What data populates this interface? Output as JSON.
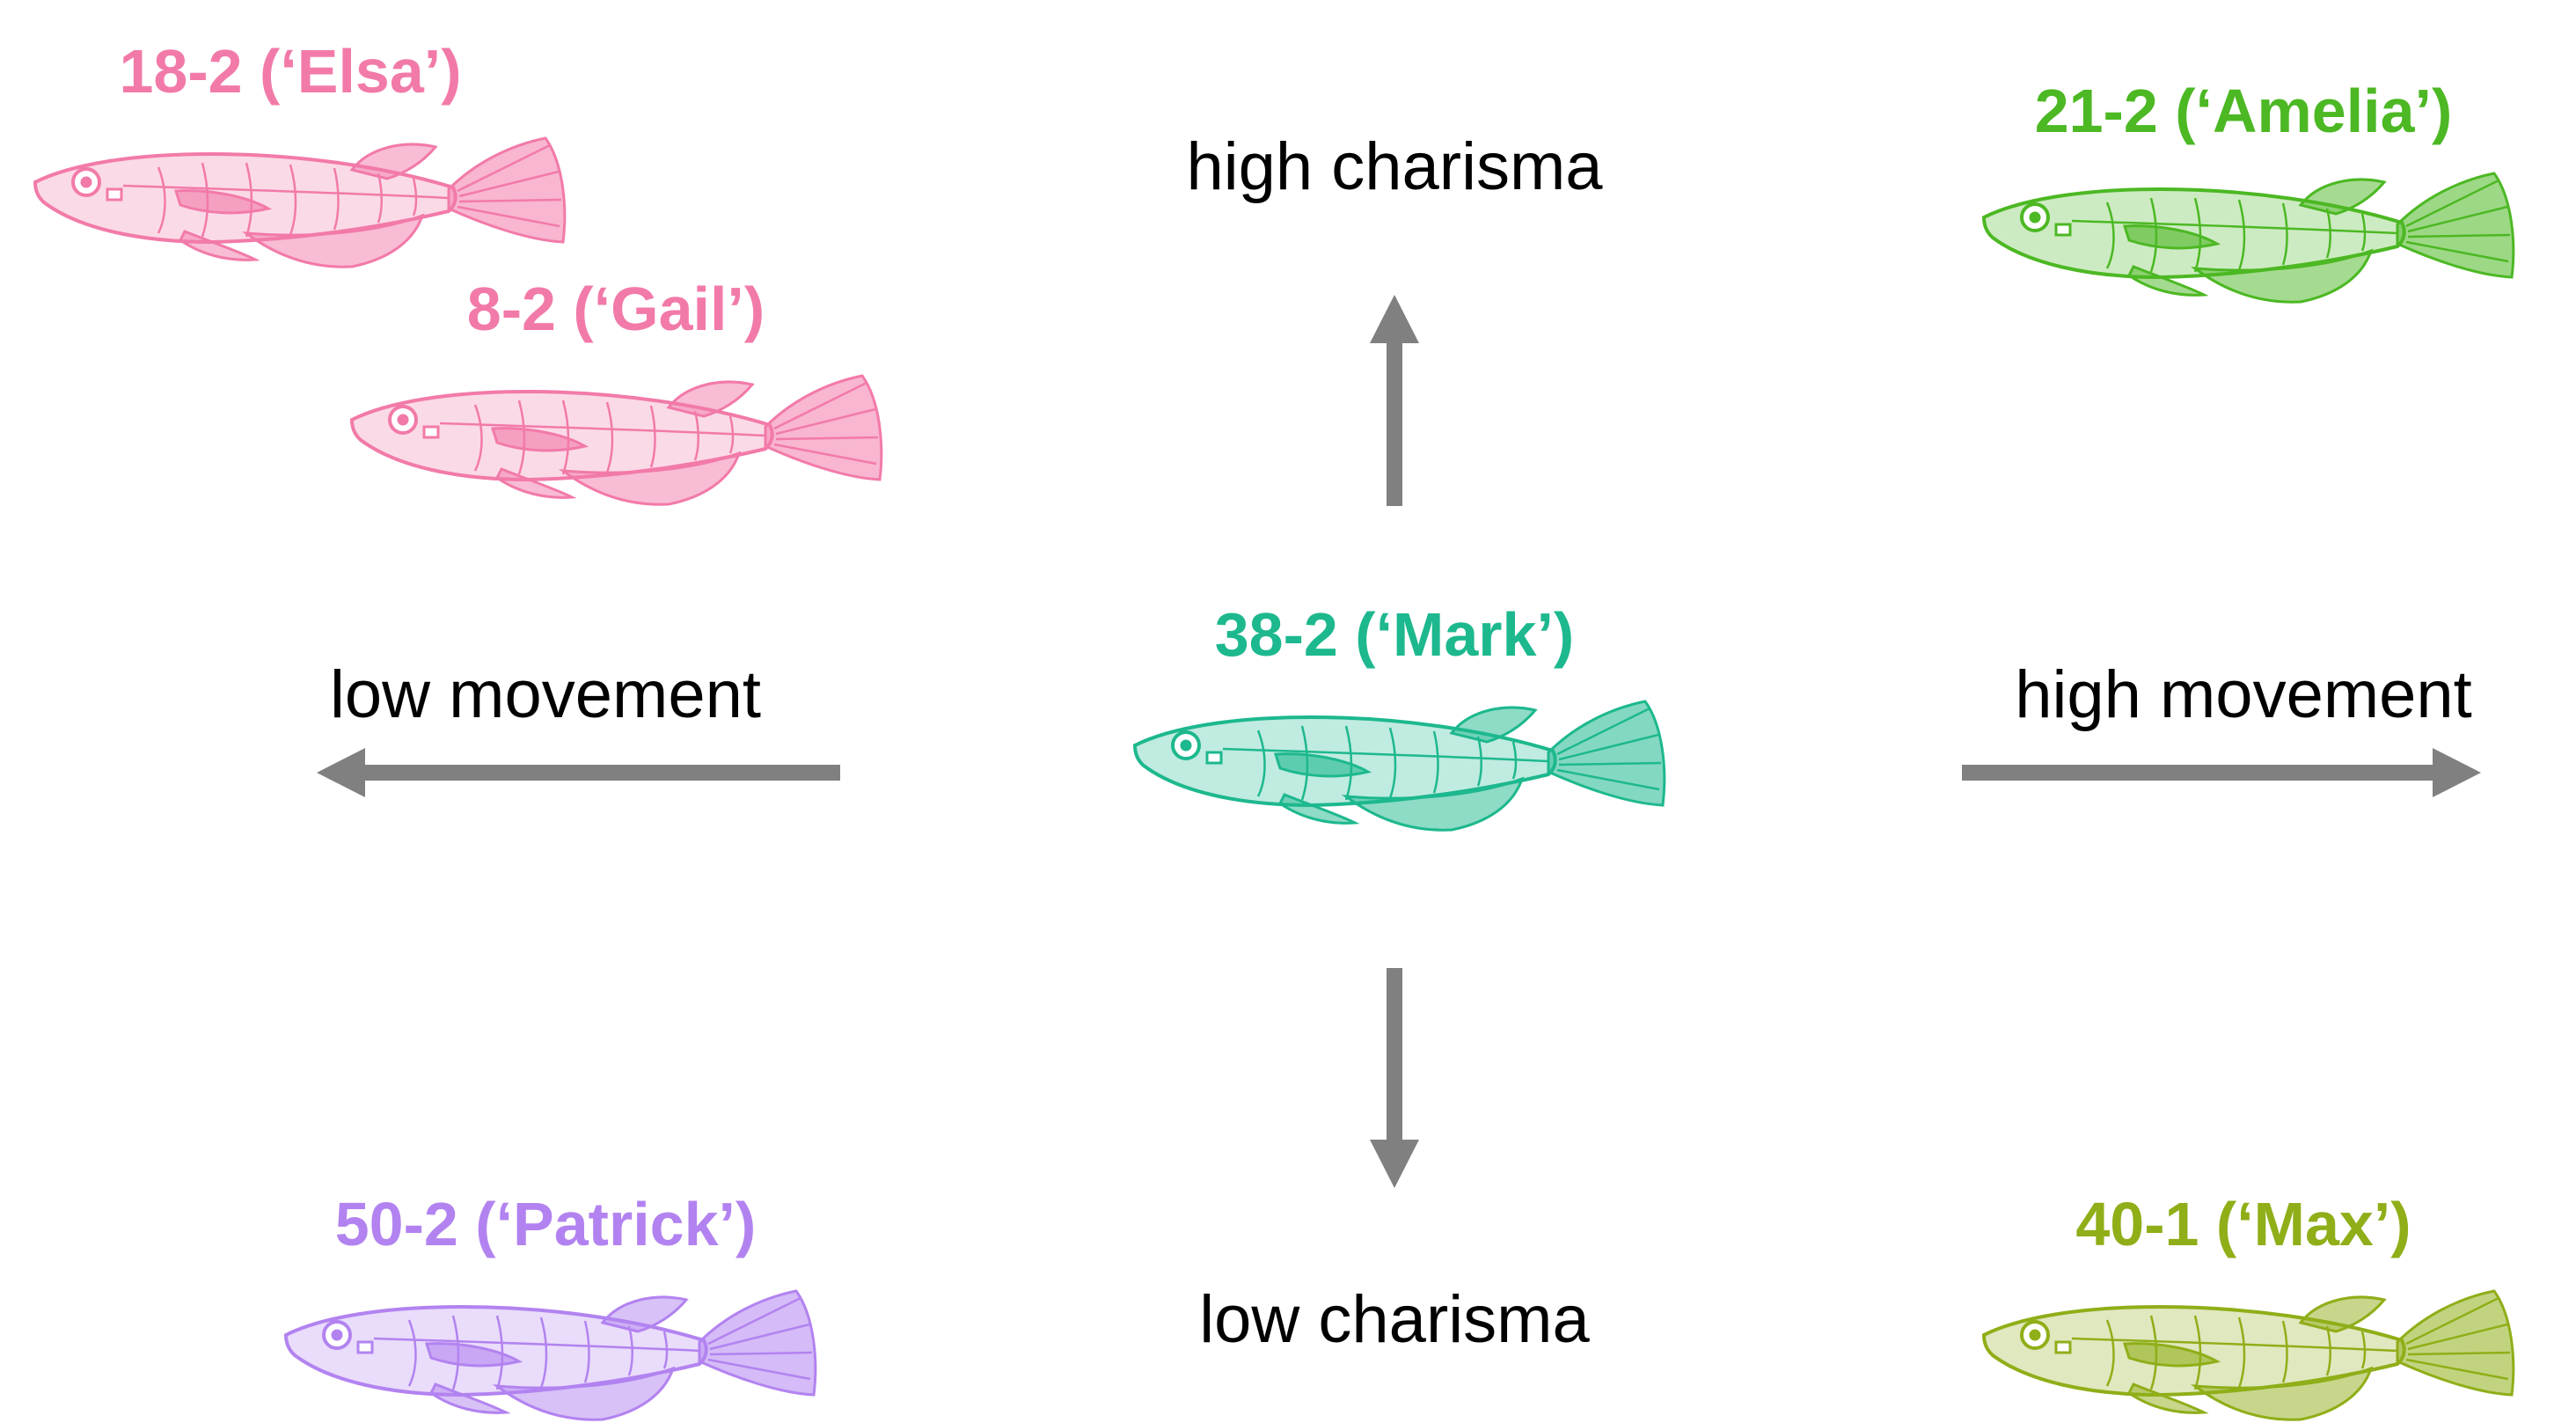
{
  "axes": {
    "top": "high charisma",
    "bottom": "low charisma",
    "left": "low movement",
    "right": "high movement",
    "arrow_color": "#808080"
  },
  "fish": [
    {
      "id": "elsa",
      "label": "18-2 (‘Elsa’)",
      "color": "#f27aa9",
      "icon": "fish-icon"
    },
    {
      "id": "gail",
      "label": "8-2 (‘Gail’)",
      "color": "#f27aa9",
      "icon": "fish-icon"
    },
    {
      "id": "amelia",
      "label": "21-2 (‘Amelia’)",
      "color": "#4cb823",
      "icon": "fish-icon"
    },
    {
      "id": "mark",
      "label": "38-2 (‘Mark’)",
      "color": "#1db88e",
      "icon": "fish-icon"
    },
    {
      "id": "patrick",
      "label": "50-2 (‘Patrick’)",
      "color": "#b283f0",
      "icon": "fish-icon"
    },
    {
      "id": "max",
      "label": "40-1 (‘Max’)",
      "color": "#8fae18",
      "icon": "fish-icon"
    }
  ]
}
